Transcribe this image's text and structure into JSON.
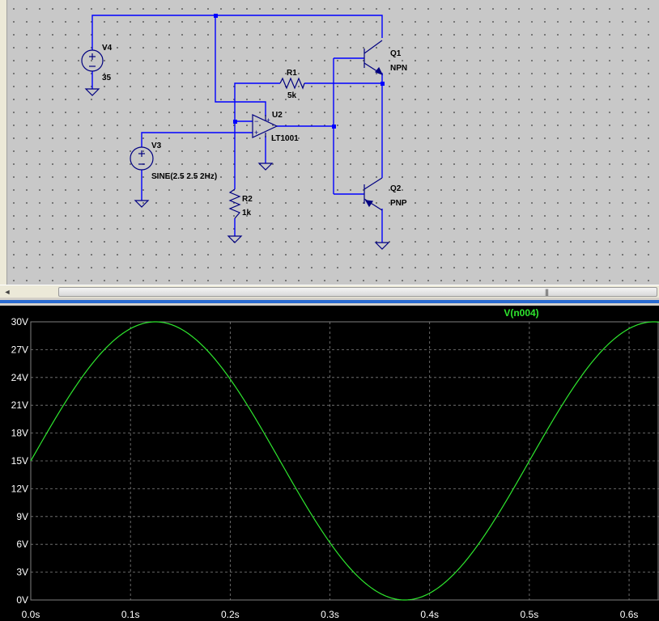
{
  "schematic": {
    "components": {
      "V4": {
        "name": "V4",
        "value": "35"
      },
      "V3": {
        "name": "V3",
        "value": "SINE(2.5 2.5 2Hz)"
      },
      "R1": {
        "name": "R1",
        "value": "5k"
      },
      "R2": {
        "name": "R2",
        "value": "1k"
      },
      "U2": {
        "name": "U2",
        "value": "LT1001"
      },
      "Q1": {
        "name": "Q1",
        "value": "NPN"
      },
      "Q2": {
        "name": "Q2",
        "value": "PNP"
      }
    },
    "scrollbar_grip": "|||",
    "scroll_left_arrow": "◄"
  },
  "colors": {
    "wire": "#0000ff",
    "component": "#000080",
    "waveform_bg": "#000000",
    "grid": "#808080",
    "trace": "#2ee62e"
  },
  "waveform": {
    "trace_label": "V(n004)"
  },
  "chart_data": {
    "type": "line",
    "title": "V(n004)",
    "xlabel": "",
    "ylabel": "",
    "x_ticks": [
      "0.0s",
      "0.1s",
      "0.2s",
      "0.3s",
      "0.4s",
      "0.5s",
      "0.6s"
    ],
    "y_ticks": [
      "0V",
      "3V",
      "6V",
      "9V",
      "12V",
      "15V",
      "18V",
      "21V",
      "24V",
      "27V",
      "30V"
    ],
    "xlim": [
      0,
      0.63
    ],
    "ylim": [
      0,
      30
    ],
    "grid": true,
    "series": [
      {
        "name": "V(n004)",
        "function": "15 + 15*sin(2*pi*2*t)",
        "x": [
          0.0,
          0.025,
          0.05,
          0.075,
          0.1,
          0.125,
          0.15,
          0.175,
          0.2,
          0.225,
          0.25,
          0.275,
          0.3,
          0.325,
          0.35,
          0.375,
          0.4,
          0.425,
          0.45,
          0.475,
          0.5,
          0.525,
          0.55,
          0.575,
          0.6,
          0.625
        ],
        "values": [
          15.0,
          19.64,
          23.82,
          27.14,
          29.27,
          30.0,
          29.27,
          27.14,
          23.82,
          19.64,
          15.0,
          10.36,
          6.18,
          2.86,
          0.73,
          0.0,
          0.73,
          2.86,
          6.18,
          10.36,
          15.0,
          19.64,
          23.82,
          27.14,
          29.27,
          30.0
        ]
      }
    ]
  }
}
